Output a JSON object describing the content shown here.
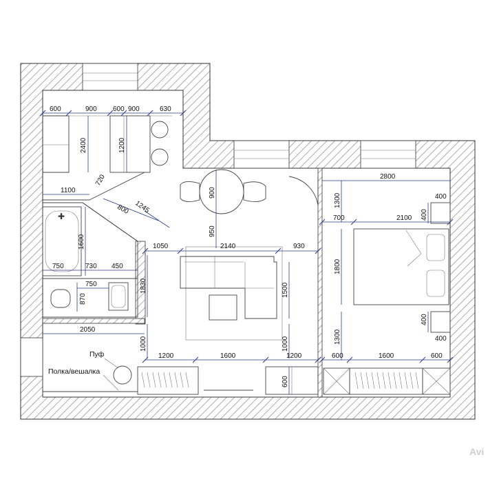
{
  "labels": {
    "puf": "Пуф",
    "shelf_hanger": "Полка/вешалка"
  },
  "dimensions": {
    "kitchen_top": [
      "600",
      "900",
      "600",
      "900",
      "630"
    ],
    "kitchen_left_height": "2400",
    "kitchen_table_height": "1200",
    "kitchen_bottom": "1100",
    "diag_720": "720",
    "diag_1245": "1245",
    "diag_800": "800",
    "dining_900": "900",
    "living_950": "950",
    "living_row": [
      "1050",
      "2140",
      "930"
    ],
    "bath_1600": "1600",
    "bath_row": [
      "750",
      "730",
      "450"
    ],
    "wc_750": "750",
    "wc_870": "870",
    "corridor_1830": "1830",
    "sofa_1500": "1500",
    "hall_2050": "2050",
    "living_1000_left": "1000",
    "living_1000_right": "1000",
    "living_bottom_row": [
      "1200",
      "1600",
      "1200"
    ],
    "wardrobe_depth": "600",
    "bed_width_total": "2800",
    "bed_1300_top": "1300",
    "bed_700": "700",
    "bed_2100": "2100",
    "bed_1800": "1800",
    "bed_1300_bottom": "1300",
    "nightstand_400": [
      "400",
      "400",
      "400",
      "400"
    ],
    "bed_bottom_row": [
      "600",
      "1600",
      "600"
    ]
  },
  "watermark": "Avi",
  "colors": {
    "dimension_line": "#2a3e8c",
    "wall_hatch": "#8a8a8a",
    "lines": "#444444"
  }
}
